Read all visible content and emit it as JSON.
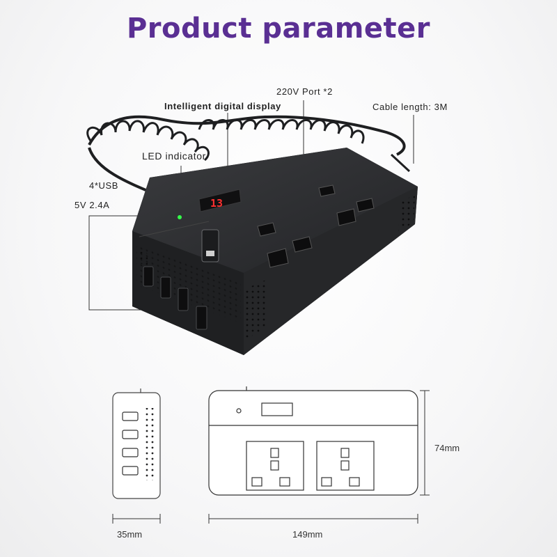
{
  "title": "Product parameter",
  "labels": {
    "display": "Intelligent digital display",
    "ports": "220V Port *2",
    "cable": "Cable length: 3M",
    "led": "LED indicator",
    "usb_count": "4*USB",
    "usb_rating": "5V 2.4A"
  },
  "display_reading": "13",
  "dimensions": {
    "depth": "35mm",
    "width": "149mm",
    "height": "74mm"
  },
  "colors": {
    "title": "#5a2f93",
    "body": "#2b2c2e",
    "display": "#ff3030",
    "led": "#34ff4a"
  }
}
